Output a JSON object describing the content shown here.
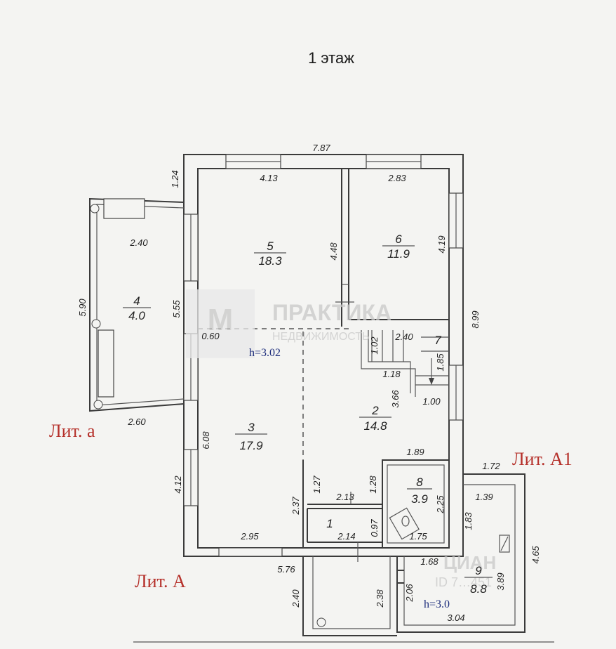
{
  "title": "1 этаж",
  "overall_dims": {
    "top": "7.87",
    "right": "8.99",
    "left_top": "1.24",
    "bottom": "5.76"
  },
  "rooms": [
    {
      "number": "5",
      "area": "18.3"
    },
    {
      "number": "6",
      "area": "11.9"
    },
    {
      "number": "4",
      "area": "4.0"
    },
    {
      "number": "3",
      "area": "17.9"
    },
    {
      "number": "2",
      "area": "14.8"
    },
    {
      "number": "8",
      "area": "3.9"
    },
    {
      "number": "1",
      "area": ""
    },
    {
      "number": "9",
      "area": "8.8"
    },
    {
      "number": "7",
      "area": ""
    }
  ],
  "dims": {
    "r5_w": "4.13",
    "r5_h": "4.48",
    "r6_w": "2.83",
    "r6_h": "4.19",
    "r4_w": "2.40",
    "r4_h": "5.90",
    "r4_b": "2.60",
    "r3_l": "5.55",
    "r3_060": "0.60",
    "r3_608": "6.08",
    "r3_412": "4.12",
    "r3_w": "2.95",
    "r3_237": "2.37",
    "st_102": "1.02",
    "st_240": "2.40",
    "st_118": "1.18",
    "st_185": "1.85",
    "st_100": "1.00",
    "r2_h": "3.66",
    "r8_189": "1.89",
    "r8_128": "1.28",
    "r8_225": "2.25",
    "r8_175": "1.75",
    "r1_127": "1.27",
    "r1_213": "2.13",
    "r1_097": "0.97",
    "r1_214": "2.14",
    "a1_172": "1.72",
    "a1_139": "1.39",
    "a1_183": "1.83",
    "a1_465": "4.65",
    "r9_389": "3.89",
    "r9_168": "1.68",
    "r9_304": "3.04",
    "b_240": "2.40",
    "b_238": "2.38",
    "b_206": "2.06"
  },
  "heights": {
    "main": "h=3.02",
    "a1": "h=3.0"
  },
  "labels": {
    "lit_a_small": "Лит. а",
    "lit_a1": "Лит. А1",
    "lit_a": "Лит. А"
  },
  "watermark": {
    "name": "ПРАКТИКА",
    "sub": "НЕДВИЖИМОСТЬ",
    "cian": "ЦИАН",
    "cian_id": "ID 7…451"
  }
}
